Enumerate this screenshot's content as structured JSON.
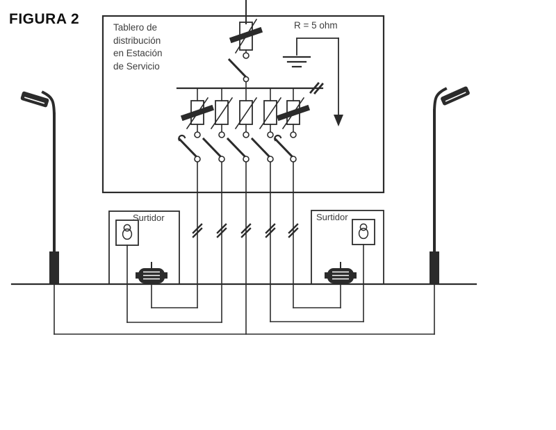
{
  "figure_title": "FIGURA 2",
  "board": {
    "label_lines": [
      "Tablero de",
      "distribución",
      "en Estación",
      "de Servicio"
    ]
  },
  "earthing": {
    "resistance_label": "R = 5 ohm"
  },
  "dispensers": {
    "left_label": "Surtidor",
    "right_label": "Surtidor"
  },
  "symbols": {
    "fuse": "fuse-icon",
    "switch": "knife-switch-icon",
    "earth": "earth-electrode-icon",
    "lamp": "street-lamp-icon",
    "bulb": "bulb-icon",
    "motor": "motor-icon",
    "cable_marker": "cable-marker-icon"
  },
  "colors": {
    "ink": "#2b2b2b",
    "text": "#3d3d3d",
    "paper": "#ffffff"
  }
}
